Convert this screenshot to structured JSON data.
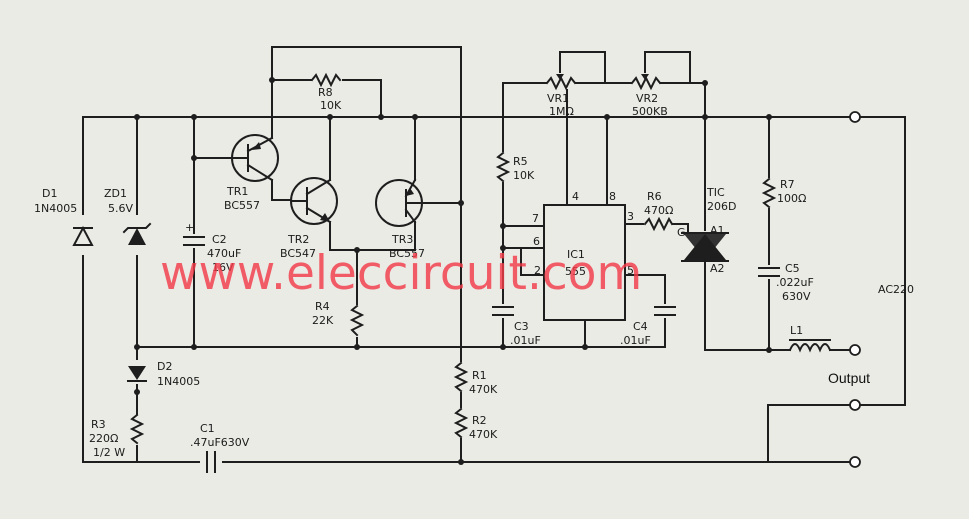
{
  "watermark": "www.eleccircuit.com",
  "output_label": "Output",
  "supply_label": "AC220",
  "components": {
    "d1": {
      "ref": "D1",
      "value": "1N4005"
    },
    "zd1": {
      "ref": "ZD1",
      "value": "5.6V"
    },
    "d2": {
      "ref": "D2",
      "value": "1N4005"
    },
    "r3": {
      "ref": "R3",
      "value": "220Ω",
      "rating": "1/2 W"
    },
    "c1": {
      "ref": "C1",
      "value": ".47uF630V"
    },
    "c2": {
      "ref": "C2",
      "value": "470uF",
      "rating": "16V",
      "polarity": "+"
    },
    "tr1": {
      "ref": "TR1",
      "value": "BC557"
    },
    "tr2": {
      "ref": "TR2",
      "value": "BC547"
    },
    "tr3": {
      "ref": "TR3",
      "value": "BC557"
    },
    "r8": {
      "ref": "R8",
      "value": "10K"
    },
    "r4": {
      "ref": "R4",
      "value": "22K"
    },
    "r1": {
      "ref": "R1",
      "value": "470K"
    },
    "r2": {
      "ref": "R2",
      "value": "470K"
    },
    "vr1": {
      "ref": "VR1",
      "value": "1MΩ"
    },
    "vr2": {
      "ref": "VR2",
      "value": "500KB"
    },
    "r5": {
      "ref": "R5",
      "value": "10K"
    },
    "ic1": {
      "ref": "IC1",
      "value": "555",
      "pins": {
        "p4": "4",
        "p8": "8",
        "p7": "7",
        "p6": "6",
        "p2": "2",
        "p3": "3",
        "p5": "5"
      }
    },
    "c3": {
      "ref": "C3",
      "value": ".01uF"
    },
    "c4": {
      "ref": "C4",
      "value": ".01uF"
    },
    "r6": {
      "ref": "R6",
      "value": "470Ω"
    },
    "triac": {
      "ref": "TIC",
      "value": "206D",
      "g": "G",
      "a1": "A1",
      "a2": "A2"
    },
    "r7": {
      "ref": "R7",
      "value": "100Ω"
    },
    "c5": {
      "ref": "C5",
      "value": ".022uF",
      "rating": "630V"
    },
    "l1": {
      "ref": "L1"
    }
  }
}
